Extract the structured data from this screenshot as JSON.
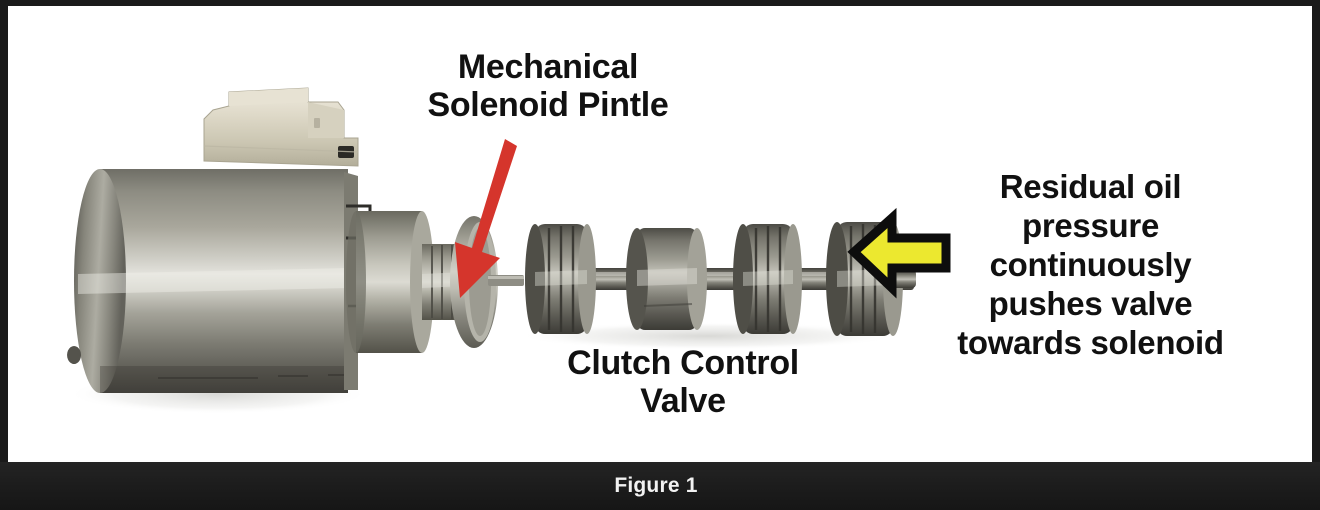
{
  "figure": {
    "caption": "Figure 1",
    "background_color": "#ffffff",
    "frame_color": "#1a1a1a",
    "caption_bar_color": "#1d1d1d",
    "caption_text_color": "#f2f2f2"
  },
  "annotations": {
    "pintle_label": "Mechanical\nSolenoid Pintle",
    "valve_label": "Clutch Control\nValve",
    "residual_label": "Residual oil\npressure\ncontinuously\npushes valve\ntowards solenoid"
  },
  "arrows": {
    "pintle_arrow": {
      "name": "red-arrow",
      "color": "#d5352c",
      "direction": "down-left",
      "points_to": "solenoid pintle pin"
    },
    "pressure_arrow": {
      "name": "yellow-arrow",
      "fill_color": "#ece82f",
      "outline_color": "#0d0d0d",
      "direction": "left",
      "points_to": "clutch control valve spool end"
    }
  },
  "photo": {
    "subject": "transmission clutch control solenoid and spool valve",
    "solenoid": {
      "body_color": "#9a998f",
      "connector_color": "#d9d5c4",
      "parts": [
        "coil body",
        "electrical connector",
        "stepped nose",
        "flange disc",
        "pintle pin"
      ]
    },
    "valve": {
      "metal_color": "#8e8d83",
      "land_count": 4,
      "lands": [
        "grooved",
        "smooth",
        "grooved",
        "grooved"
      ]
    }
  }
}
